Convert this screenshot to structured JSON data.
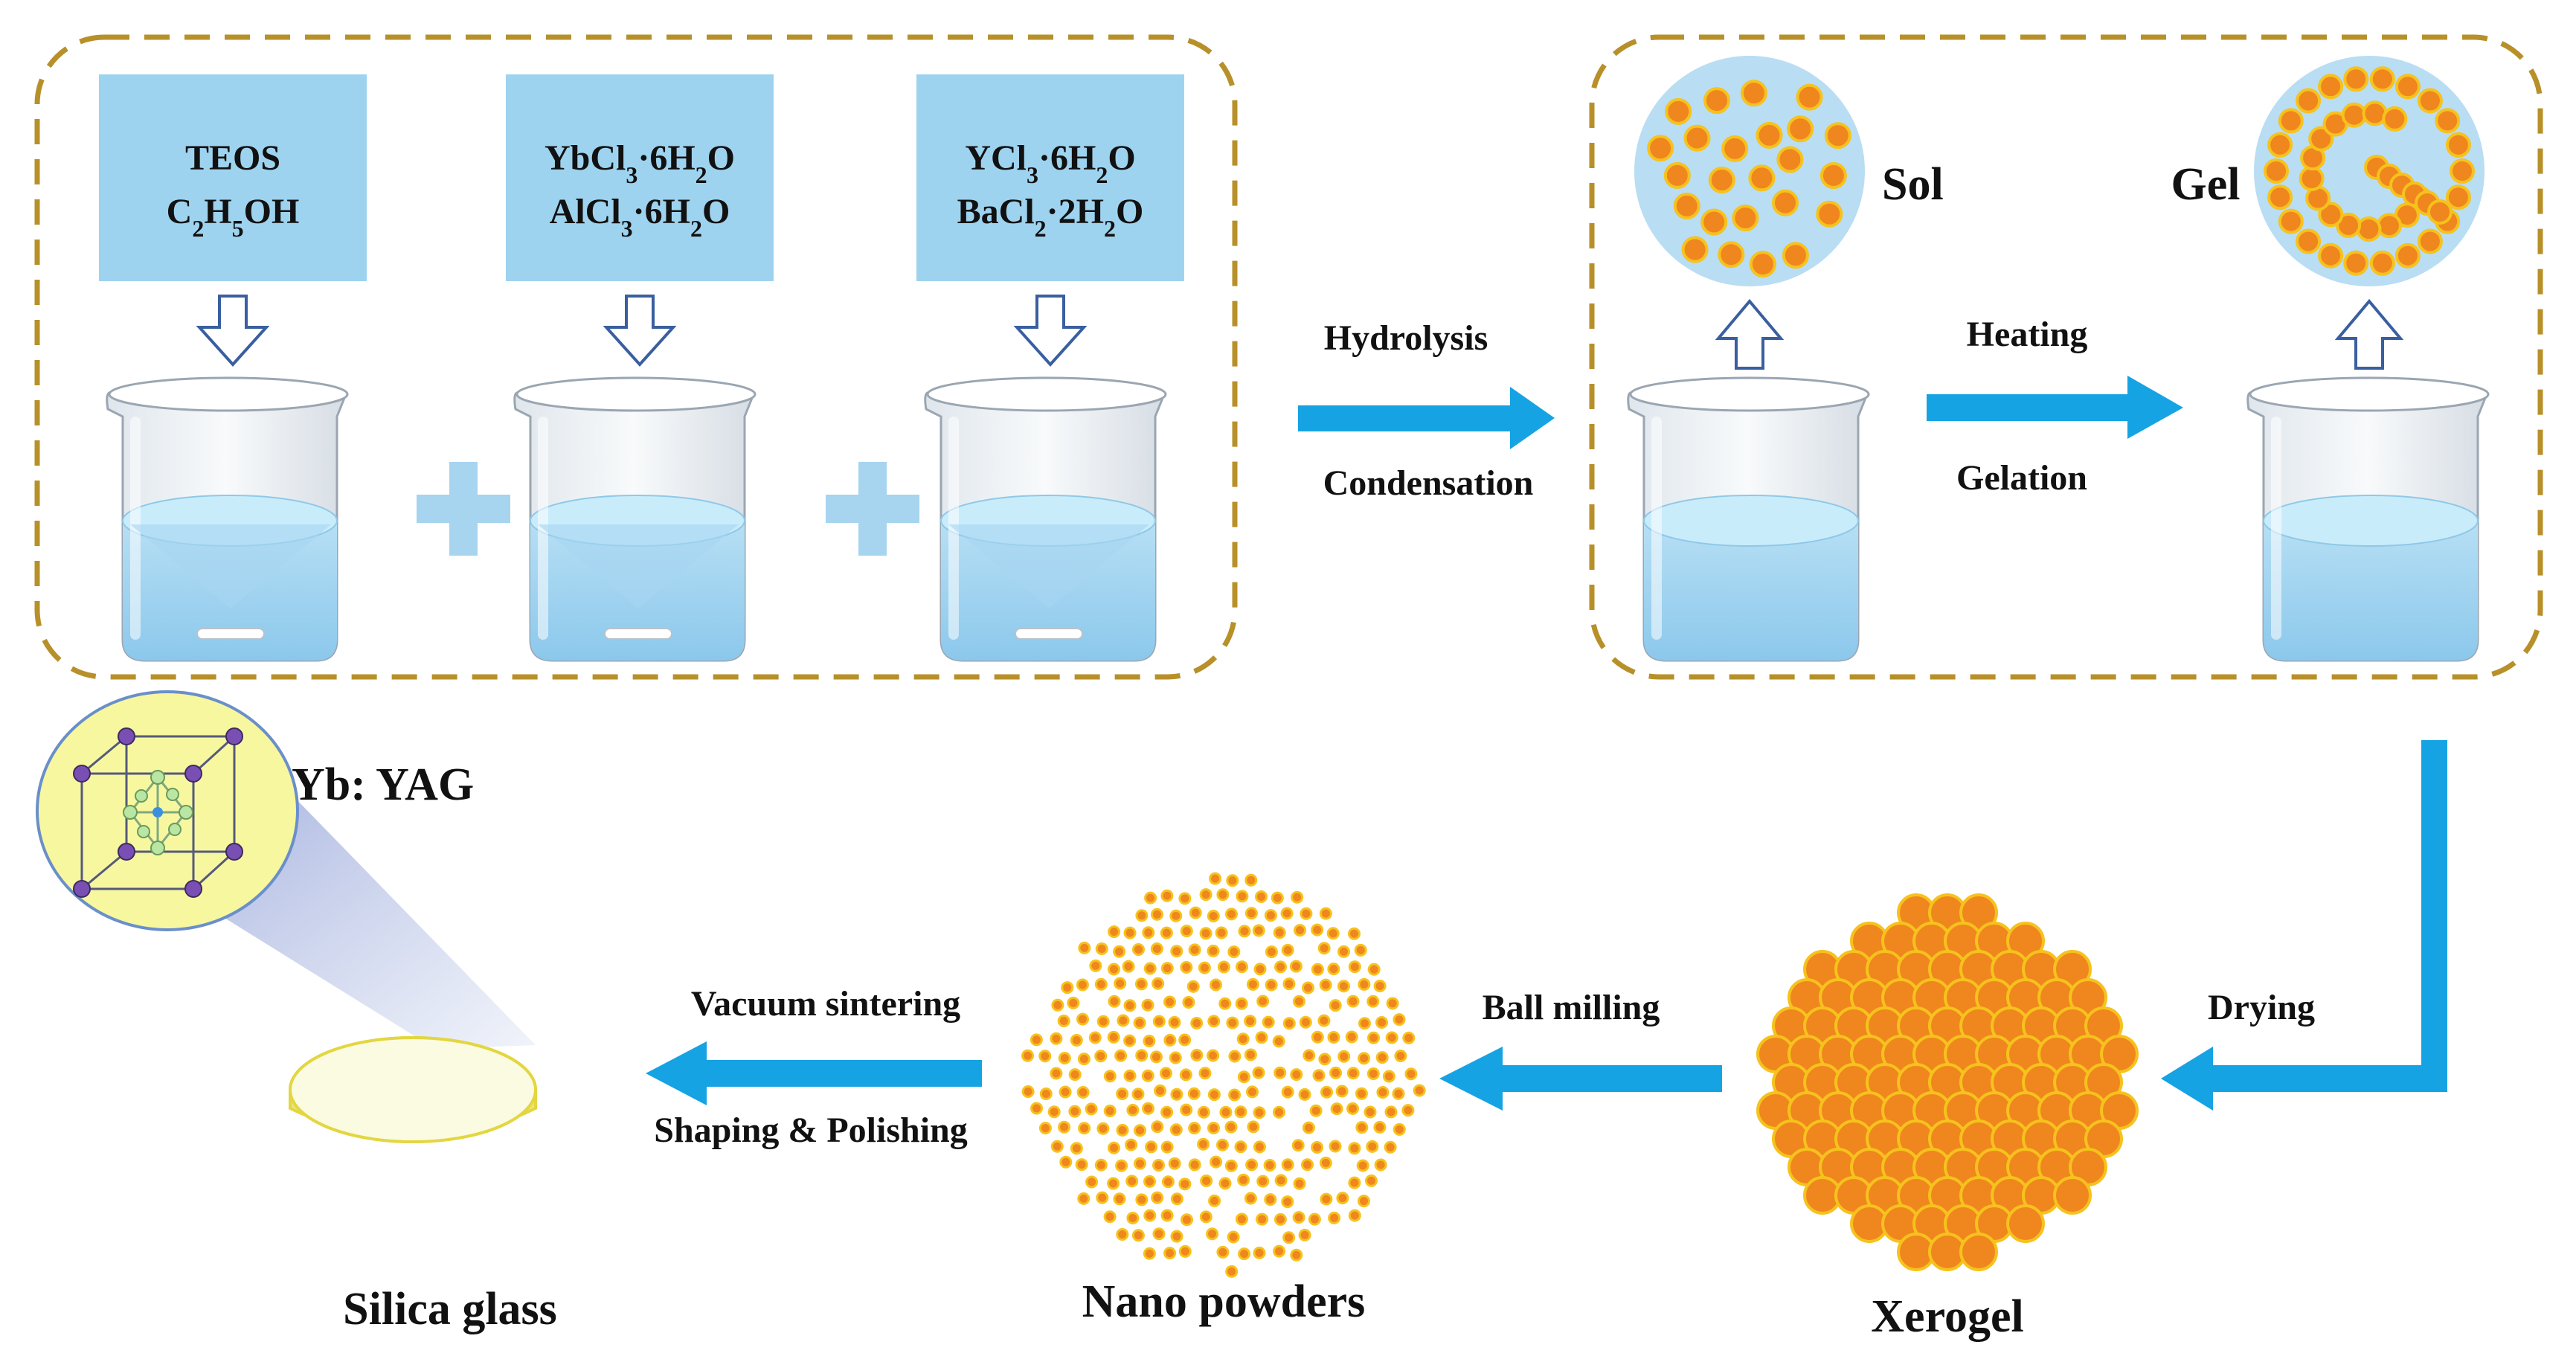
{
  "reagents": [
    {
      "line1": "TEOS",
      "line2_parts": [
        "C",
        "2",
        "H",
        "5",
        "OH"
      ]
    },
    {
      "line1_parts": [
        "YbCl",
        "3",
        "·6H",
        "2",
        "O"
      ],
      "line2_parts": [
        "AlCl",
        "3",
        "·6H",
        "2",
        "O"
      ]
    },
    {
      "line1_parts": [
        "YCl",
        "3",
        "·6H",
        "2",
        "O"
      ],
      "line2_parts": [
        "BaCl",
        "2",
        "·2H",
        "2",
        "O"
      ]
    }
  ],
  "steps": {
    "hydrolysis": "Hydrolysis",
    "condensation": "Condensation",
    "heating": "Heating",
    "gelation": "Gelation",
    "drying": "Drying",
    "ball_milling": "Ball milling",
    "vacuum_sintering": "Vacuum sintering",
    "shaping_polishing": "Shaping & Polishing"
  },
  "states": {
    "sol": "Sol",
    "gel": "Gel",
    "xerogel": "Xerogel",
    "nano_powders": "Nano powders",
    "silica_glass": "Silica glass",
    "crystal": "Yb: YAG"
  },
  "colors": {
    "dash_border": "#b8902a",
    "reagent_box": "#9ed3ef",
    "arrow": "#16a3e3",
    "plus": "#a7d4ef",
    "liquid": "#a9d6f2",
    "particle": "#f0861e",
    "particle_edge": "#f6c21d",
    "circle_bg": "#b9ddf3",
    "crystal_bg": "#f7f7a0"
  }
}
